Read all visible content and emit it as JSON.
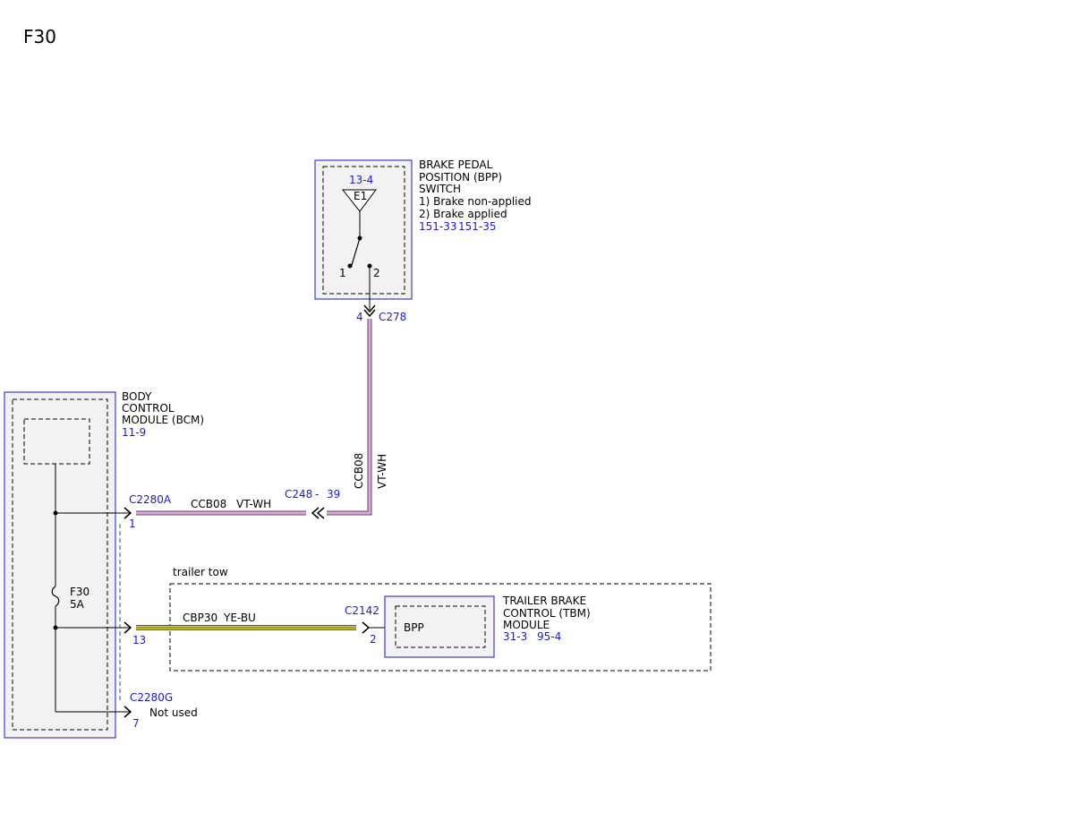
{
  "page_title": "F30",
  "colors": {
    "module_border": "#3b3bd6",
    "module_fill": "#f2f2f2",
    "connector_text": "#1a1ad6",
    "wire_ccb08": "#e8a0e8",
    "wire_cbp30": "#d4d418"
  },
  "bpp_switch": {
    "name_lines": [
      "BRAKE PEDAL",
      "POSITION (BPP)",
      "SWITCH",
      "1) Brake non-applied",
      "2) Brake applied"
    ],
    "refs": [
      "151-33",
      "151-35"
    ],
    "internal_ref": "13-4",
    "ground_label": "E1",
    "pin_1": "1",
    "pin_2": "2"
  },
  "connector_c278": {
    "pin": "4",
    "name": "C278"
  },
  "bcm": {
    "name_lines": [
      "BODY",
      "CONTROL",
      "MODULE (BCM)"
    ],
    "ref": "11-9",
    "fuse_name": "F30",
    "fuse_rating": "5A"
  },
  "connector_c2280a": {
    "name": "C2280A",
    "pin": "1"
  },
  "connector_c2280g": {
    "name": "C2280G",
    "pin": "7",
    "note": "Not used"
  },
  "pin_13": "13",
  "inline_c248": {
    "name": "C248",
    "sep": "-",
    "pin": "39"
  },
  "wire_ccb08": {
    "circuit": "CCB08",
    "color": "VT-WH"
  },
  "wire_cbp30": {
    "circuit": "CBP30",
    "color": "YE-BU"
  },
  "trailer_tow_label": "trailer tow",
  "tbm": {
    "name_lines": [
      "TRAILER BRAKE",
      "CONTROL (TBM)",
      "MODULE"
    ],
    "refs": [
      "31-3",
      "95-4"
    ],
    "inner_label": "BPP"
  },
  "connector_c2142": {
    "name": "C2142",
    "pin": "2"
  }
}
